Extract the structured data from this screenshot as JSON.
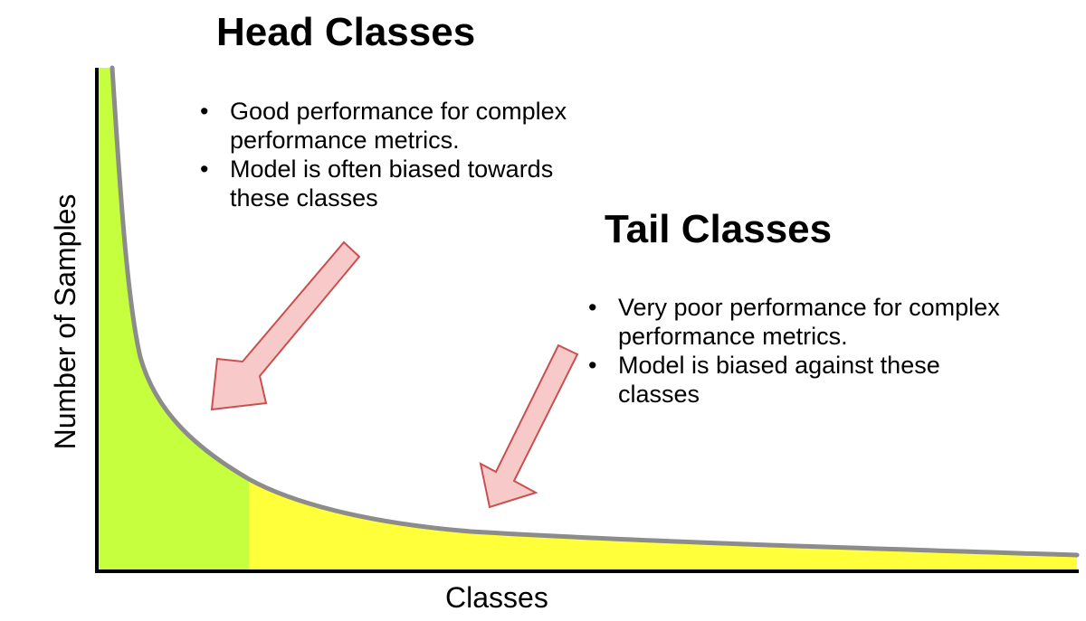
{
  "colors": {
    "head_fill": "#c6ff3d",
    "tail_fill": "#ffff3a",
    "curve": "#8c8c8c",
    "arrow_fill": "#f8c9c9",
    "arrow_stroke": "#c8504f"
  },
  "head": {
    "title": "Head Classes",
    "notes": [
      "Good performance for complex performance metrics.",
      "Model is often biased towards these classes"
    ]
  },
  "tail": {
    "title": "Tail Classes",
    "notes": [
      "Very poor performance for complex performance metrics.",
      "Model is biased against these classes"
    ]
  },
  "axes": {
    "x_label": "Classes",
    "y_label": "Number of Samples"
  }
}
